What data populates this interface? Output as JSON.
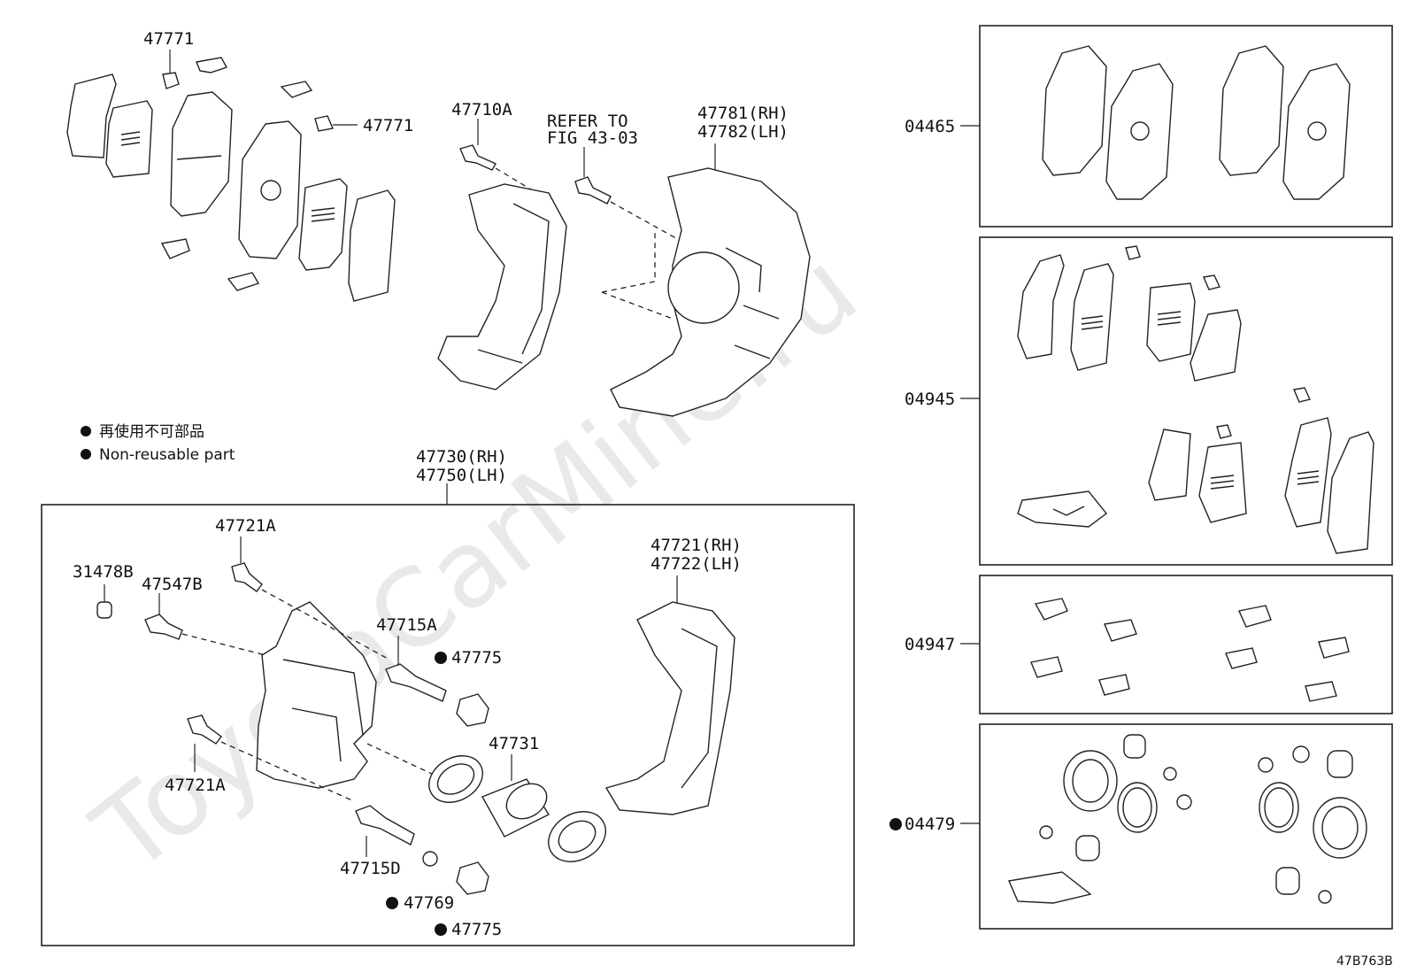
{
  "watermark": "ToyotaCarMine.ru",
  "legend": {
    "line1": "再使用不可部品",
    "line2": "Non-reusable part"
  },
  "labels": {
    "p47771_top": "47771",
    "p47771_right": "47771",
    "p47710A": "47710A",
    "refer_line1": "REFER TO",
    "refer_line2": "FIG 43-03",
    "p47781": "47781(RH)",
    "p47782": "47782(LH)",
    "p47730": "47730(RH)",
    "p47750": "47750(LH)",
    "p47721A_top": "47721A",
    "p31478B": "31478B",
    "p47547B": "47547B",
    "p47715A": "47715A",
    "p47775_top": "47775",
    "p47721": "47721(RH)",
    "p47722": "47722(LH)",
    "p47731": "47731",
    "p47721A_bottom": "47721A",
    "p47715D": "47715D",
    "p47769": "47769",
    "p47775_bottom": "47775",
    "k04465": "04465",
    "k04945": "04945",
    "k04947": "04947",
    "k04479": "04479",
    "diagram_code": "47B763B"
  }
}
